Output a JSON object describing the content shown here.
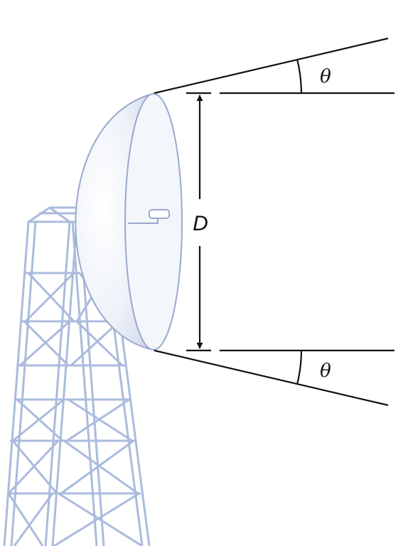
{
  "diagram": {
    "labels": {
      "diameter": "D",
      "angle_top": "θ",
      "angle_bottom": "θ"
    },
    "colors": {
      "tower_stroke": "#aabbdd",
      "dish_fill": "#e6ebf5",
      "dish_stroke": "#9aa9cc",
      "line": "#111111"
    }
  }
}
